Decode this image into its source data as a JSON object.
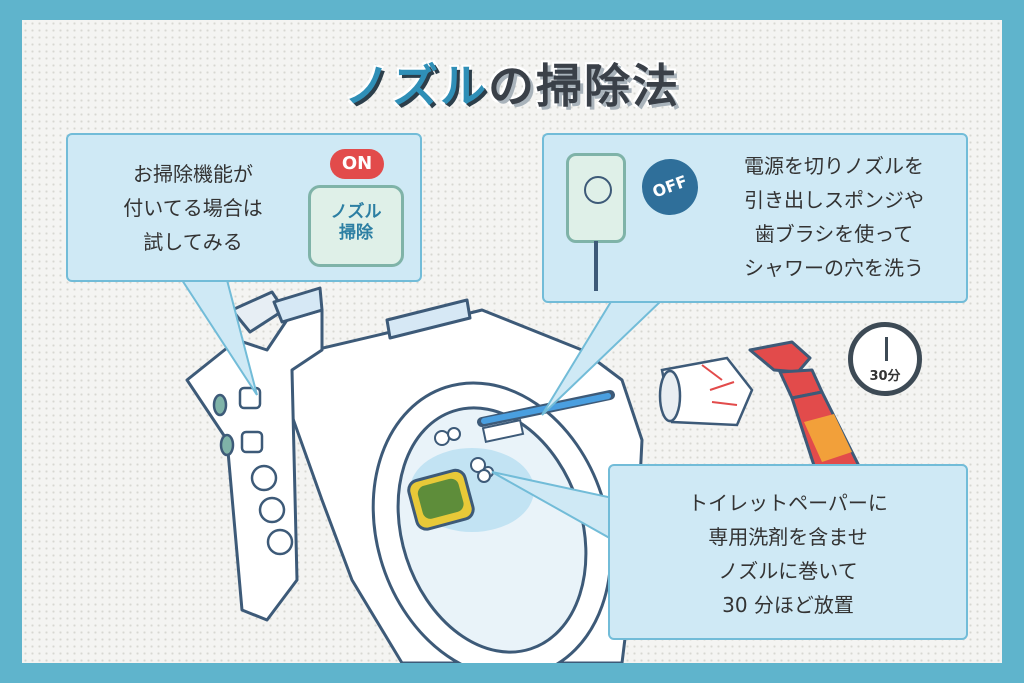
{
  "title": {
    "highlight": "ノズル",
    "rest": "の掃除法"
  },
  "callout_left": {
    "lines": [
      "お掃除機能が",
      "付いてる場合は",
      "試してみる"
    ],
    "badge": "ON",
    "button_label": [
      "ノズル",
      "掃除"
    ]
  },
  "callout_right_top": {
    "badge": "OFF",
    "lines": [
      "電源を切りノズルを",
      "引き出しスポンジや",
      "歯ブラシを使って",
      "シャワーの穴を洗う"
    ]
  },
  "callout_right_bottom": {
    "lines": [
      "トイレットペーパーに",
      "専用洗剤を含ませ",
      "ノズルに巻いて",
      "30 分ほど放置"
    ]
  },
  "timer": {
    "label": "30分"
  },
  "colors": {
    "frame": "#5fb4cc",
    "accent_blue": "#2f8fb7",
    "badge_red": "#e24b4b",
    "badge_blue": "#2f6f9a",
    "callout_bg": "#cfe9f5"
  }
}
